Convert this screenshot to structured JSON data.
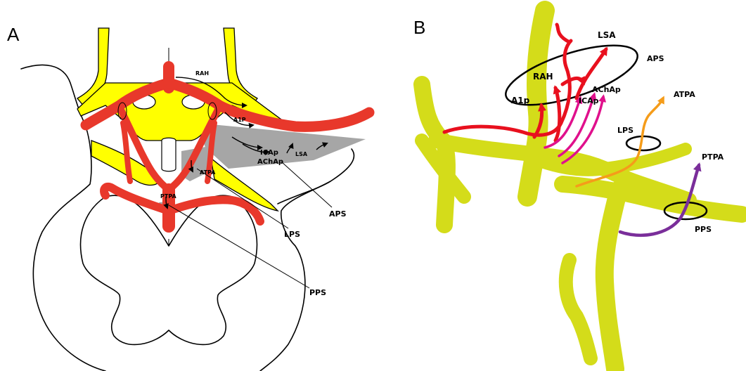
{
  "panels": {
    "a": {
      "letter": "A",
      "labels": {
        "rah": "RAH",
        "a1p": "A1P",
        "icap": "ICAp",
        "achap": "AChAp",
        "lsa": "LSA",
        "atpa": "ATPA",
        "ptpa": "PTPA",
        "aps": "APS",
        "lps": "LPS",
        "pps": "PPS"
      }
    },
    "b": {
      "letter": "B",
      "labels": {
        "lsa": "LSA",
        "aps": "APS",
        "rah": "RAH",
        "achap": "AChAp",
        "atpa": "ATPA",
        "a1p": "A1p",
        "icap": "ICAp",
        "lps": "LPS",
        "ptpa": "PTPA",
        "pps": "PPS"
      }
    }
  },
  "colors": {
    "artery_red": "#e8382b",
    "artery_yellow": "#ffff00",
    "vessel_olive": "#d4dc1a",
    "perforator_red": "#e8101e",
    "perforator_magenta": "#e0108c",
    "perforator_orange": "#f59c1a",
    "perforator_purple": "#7a2e9a",
    "space_gray": "#a6a6a6"
  }
}
